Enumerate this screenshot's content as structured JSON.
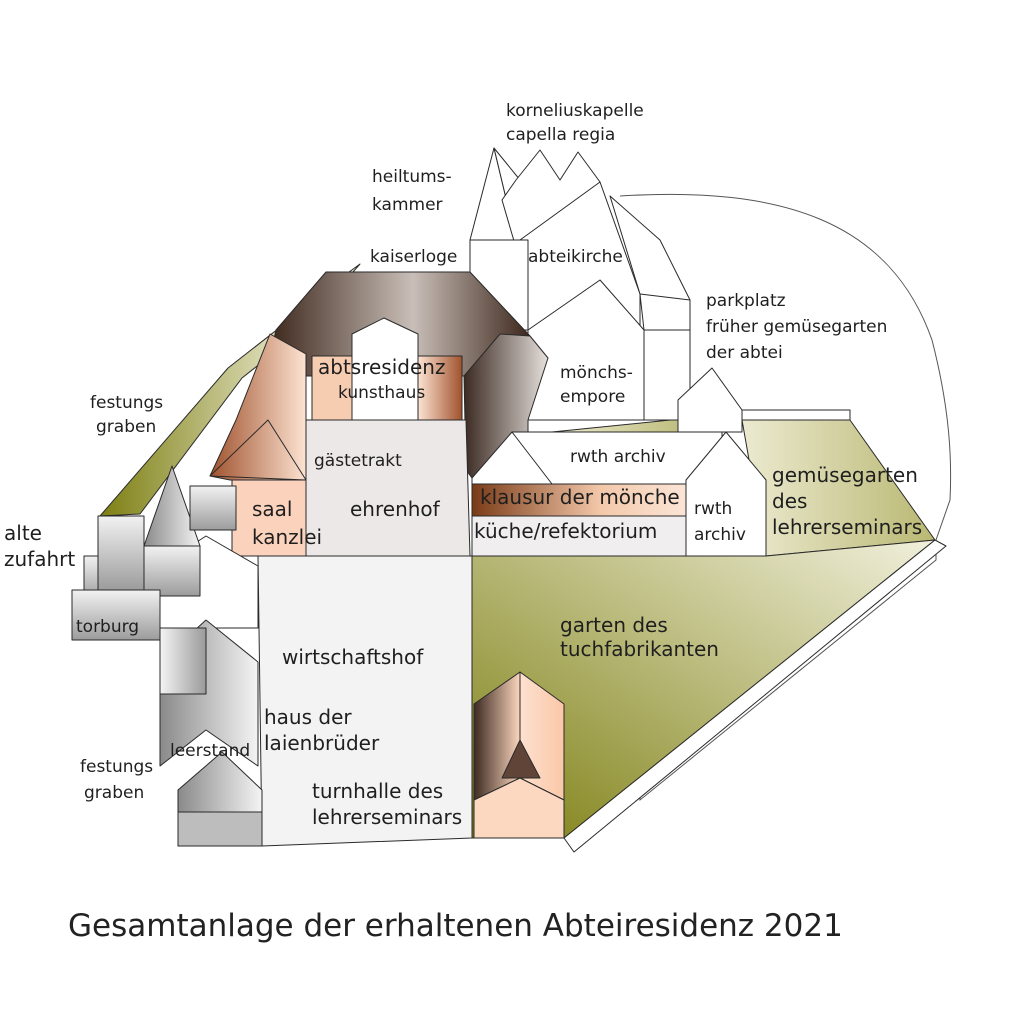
{
  "title": "Gesamtanlage der erhaltenen Abteiresidenz 2021",
  "labels": {
    "korneliuskapelle": "korneliuskapelle",
    "capella_regia": "capella regia",
    "heiltums_1": "heiltums-",
    "heiltums_2": "kammer",
    "kaiserloge": "kaiserloge",
    "abteikirche": "abteikirche",
    "parkplatz_1": "parkplatz",
    "parkplatz_2": "früher gemüsegarten",
    "parkplatz_3": "der abtei",
    "abtsresidenz": "abtsresidenz",
    "kunsthaus": "kunsthaus",
    "moenchs_1": "mönchs-",
    "moenchs_2": "empore",
    "festungs_top_1": "festungs",
    "festungs_top_2": "graben",
    "gaestetrakt": "gästetrakt",
    "rwth_archiv_top": "rwth archiv",
    "gemuese_1": "gemüsegarten",
    "gemuese_2": "des",
    "gemuese_3": "lehrerseminars",
    "klausur": "klausur der mönche",
    "saal": "saal",
    "kanzlei": "kanzlei",
    "ehrenhof": "ehrenhof",
    "rwth_1": "rwth",
    "rwth_2": "archiv",
    "kueche": "küche/refektorium",
    "alte_1": "alte",
    "alte_2": "zufahrt",
    "torburg": "torburg",
    "wirtschaftshof": "wirtschaftshof",
    "garten_1": "garten des",
    "garten_2": "tuchfabrikanten",
    "laien_1": "haus der",
    "laien_2": "laienbrüder",
    "leerstand": "leerstand",
    "festungs_bot_1": "festungs",
    "festungs_bot_2": "graben",
    "turnhalle_1": "turnhalle des",
    "turnhalle_2": "lehrerseminars"
  },
  "colors": {
    "olive": "#7d7f12",
    "olive_light": "#e6e6c8",
    "brown_dark": "#3f2a20",
    "brown": "#a0522d",
    "peach": "#fbd2b8",
    "grey_dark": "#8c8c8c",
    "grey_light": "#f2f2f2",
    "courtyard": "#ece8e8"
  }
}
